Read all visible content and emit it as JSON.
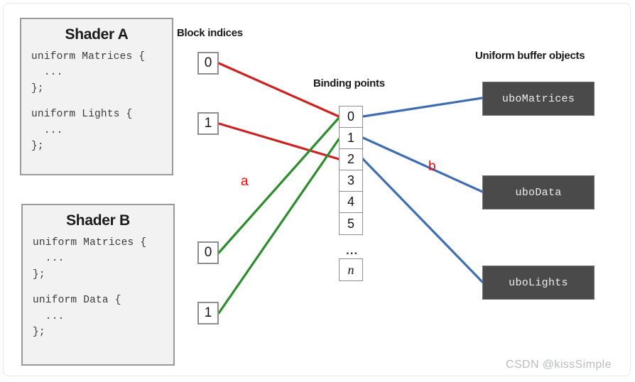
{
  "diagram": {
    "title_watermark": "CSDN @kissSimple",
    "colors": {
      "red_link": "#cc2222",
      "green_link": "#2e8b2e",
      "blue_link": "#3f6eb0",
      "annotation": "#ff0000",
      "ubo_fill": "#4a4a4a",
      "shader_fill": "#f2f2f2",
      "box_border": "#8e8e8e"
    },
    "captions": {
      "block_indices": "Block indices",
      "binding_points": "Binding points",
      "uniform_buffer_objects": "Uniform buffer objects"
    },
    "shaders": [
      {
        "title": "Shader A",
        "blocks": [
          {
            "decl": "uniform Matrices {",
            "body": "  ...",
            "close": "};"
          },
          {
            "decl": "uniform Lights {",
            "body": "  ...",
            "close": "};"
          }
        ]
      },
      {
        "title": "Shader B",
        "blocks": [
          {
            "decl": "uniform Matrices {",
            "body": "  ...",
            "close": "};"
          },
          {
            "decl": "uniform Data {",
            "body": "  ...",
            "close": "};"
          }
        ]
      }
    ],
    "block_indices": [
      {
        "label": "0",
        "shader": "Shader A"
      },
      {
        "label": "1",
        "shader": "Shader A"
      },
      {
        "label": "0",
        "shader": "Shader B"
      },
      {
        "label": "1",
        "shader": "Shader B"
      }
    ],
    "binding_points": {
      "cells": [
        "0",
        "1",
        "2",
        "3",
        "4",
        "5"
      ],
      "ellipsis": "...",
      "overflow_label": "n"
    },
    "uniform_buffer_objects": [
      {
        "label": "uboMatrices",
        "binding": "0"
      },
      {
        "label": "uboData",
        "binding": "1"
      },
      {
        "label": "uboLights",
        "binding": "2"
      }
    ],
    "annotations": [
      {
        "label": "a",
        "meaning": "shader block index to binding point link"
      },
      {
        "label": "b",
        "meaning": "binding point to uniform buffer object link"
      }
    ]
  }
}
